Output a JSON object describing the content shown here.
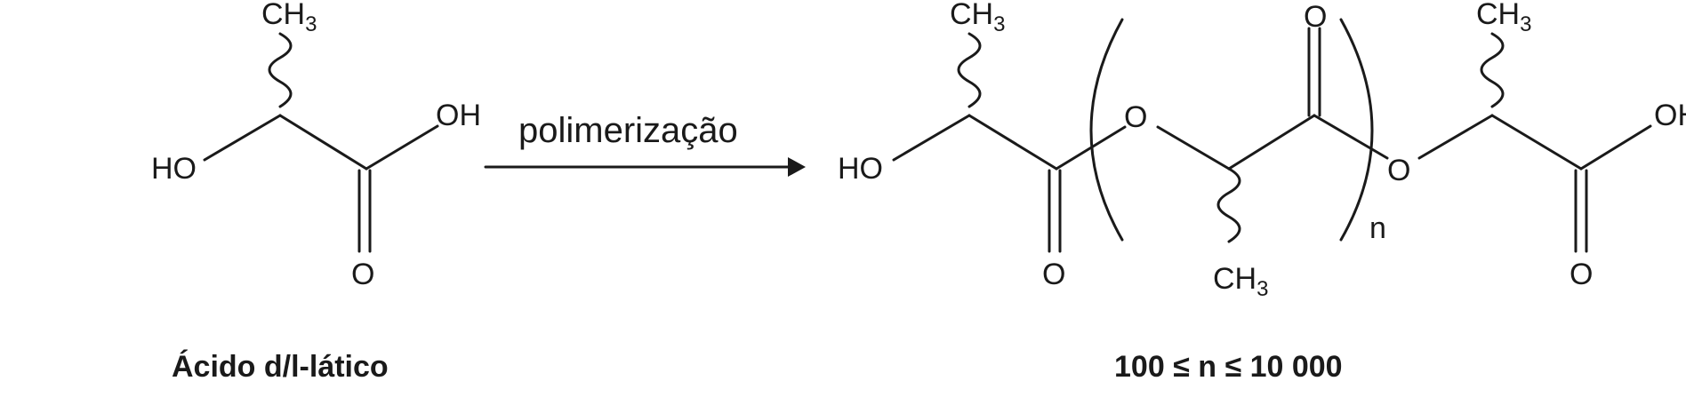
{
  "monomer": {
    "methyl": "CH",
    "methyl_sub": "3",
    "hydroxyl": "HO",
    "acid_oh": "OH",
    "carbonyl_o": "O"
  },
  "reaction": {
    "label": "polimerização"
  },
  "polymer": {
    "methyl_left": "CH",
    "methyl_left_sub": "3",
    "hydroxyl": "HO",
    "carbonyl_o_left": "O",
    "ester_o_1": "O",
    "carbonyl_o_mid": "O",
    "methyl_mid": "CH",
    "methyl_mid_sub": "3",
    "repeat_n": "n",
    "ester_o_2": "O",
    "methyl_right": "CH",
    "methyl_right_sub": "3",
    "acid_oh_partial": "OH",
    "carbonyl_o_right": "O"
  },
  "captions": {
    "monomer": "Ácido d/l-lático",
    "polymer": "100 ≤ n ≤ 10 000"
  }
}
